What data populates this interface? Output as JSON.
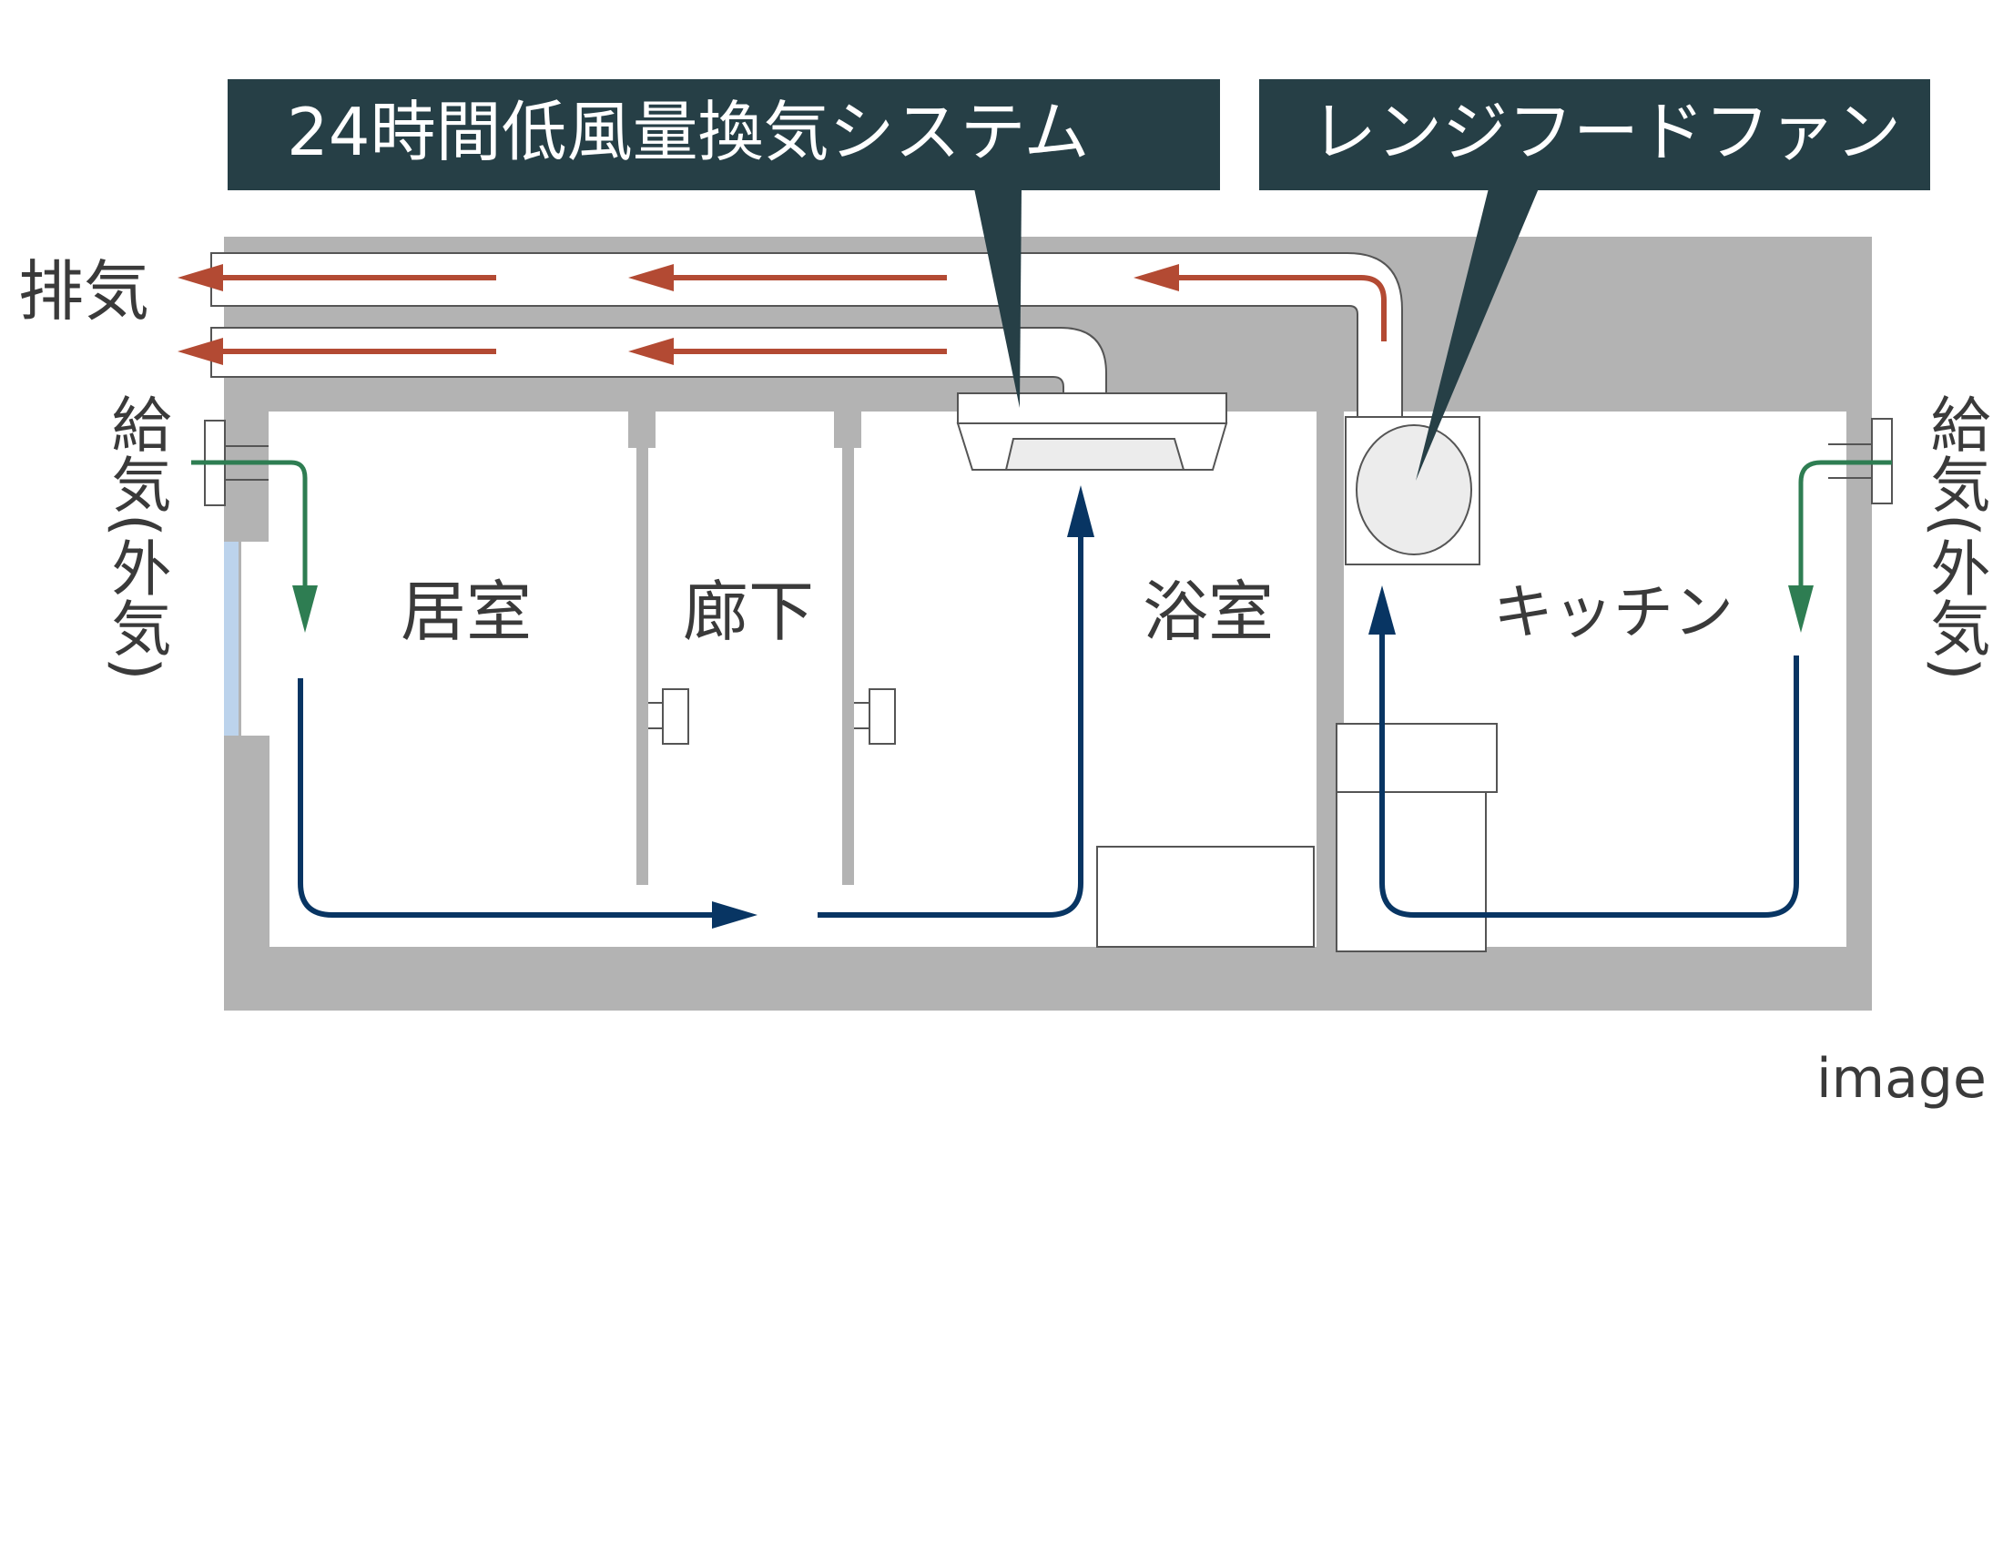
{
  "colors": {
    "wall": "#b3b3b3",
    "callout_bg": "#263f46",
    "exhaust_arrow": "#b34a33",
    "supply_arrow": "#2e7d52",
    "flow_arrow": "#083563",
    "window": "#bcd3ec",
    "fan_fill": "#ececec"
  },
  "callouts": {
    "system": "24時間低風量換気システム",
    "range_hood": "レンジフードファン"
  },
  "labels": {
    "exhaust": "排気",
    "supply_left": "給気(外気)",
    "supply_right": "給気(外気)"
  },
  "rooms": {
    "living": "居室",
    "hallway": "廊下",
    "bathroom": "浴室",
    "kitchen": "キッチン"
  },
  "note": "image",
  "icons": {
    "exhaust_arrows": "arrow-left-icon",
    "supply_arrows": "arrow-down-icon",
    "flow_arrows": "arrow-icon",
    "fan": "fan-icon"
  }
}
